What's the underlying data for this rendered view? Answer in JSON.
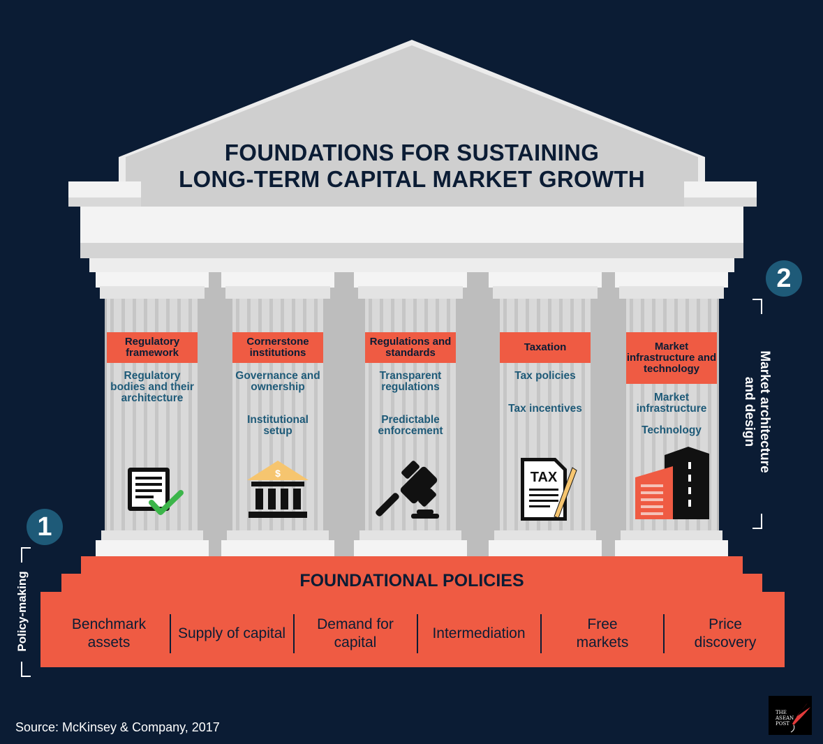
{
  "title": {
    "line1": "FOUNDATIONS FOR SUSTAINING",
    "line2": "LONG-TERM CAPITAL MARKET GROWTH"
  },
  "pillars": [
    {
      "header": "Regulatory framework",
      "items": [
        "Regulatory bodies and their architecture"
      ],
      "icon": "document-check-icon"
    },
    {
      "header": "Cornerstone institutions",
      "items": [
        "Governance and ownership",
        "Institutional setup"
      ],
      "icon": "bank-icon"
    },
    {
      "header": "Regulations and standards",
      "items": [
        "Transparent regulations",
        "Predictable enforcement"
      ],
      "icon": "gavel-icon"
    },
    {
      "header": "Taxation",
      "items": [
        "Tax policies",
        "Tax incentives"
      ],
      "icon": "tax-form-icon"
    },
    {
      "header": "Market infrastructure and technology",
      "items": [
        "Market infrastructure",
        "Technology"
      ],
      "icon": "building-icon"
    }
  ],
  "markers": {
    "one": {
      "number": "1",
      "label": "Policy-making"
    },
    "two": {
      "number": "2",
      "label_line1": "Market architecture",
      "label_line2": "and design"
    }
  },
  "base": {
    "title": "FOUNDATIONAL POLICIES",
    "items": [
      "Benchmark assets",
      "Supply of capital",
      "Demand for capital",
      "Intermediation",
      "Free markets",
      "Price discovery"
    ]
  },
  "source": "Source:  McKinsey & Company, 2017",
  "logo_text": "THE ASEAN POST",
  "colors": {
    "background": "#0b1c34",
    "accent": "#ef5b43",
    "teal": "#1e5a78",
    "stone": "#cfcfcf"
  }
}
